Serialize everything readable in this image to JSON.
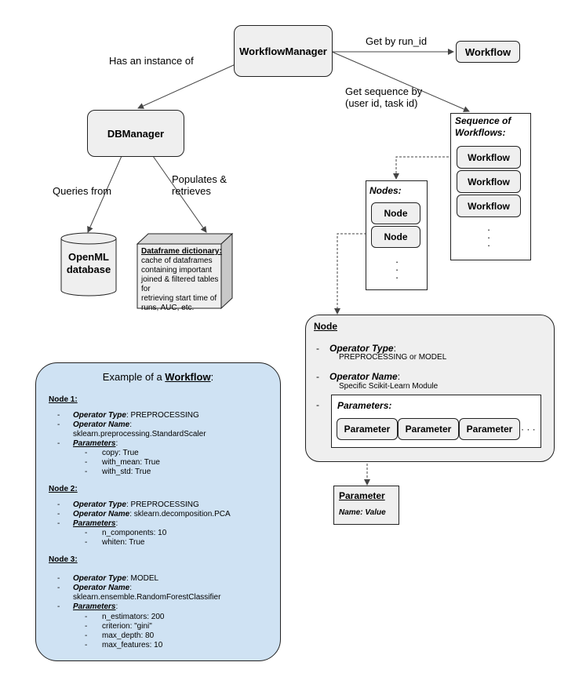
{
  "nodes": {
    "workflow_manager": "WorkflowManager",
    "workflow": "Workflow",
    "db_manager": "DBManager",
    "openml_db": [
      "OpenML",
      "database"
    ],
    "sequence_title": [
      "Sequence of",
      "Workflows:"
    ],
    "sequence_items": [
      "Workflow",
      "Workflow",
      "Workflow"
    ],
    "nodes_title": "Nodes:",
    "nodes_items": [
      "Node",
      "Node"
    ],
    "dataframe_title": "Dataframe dictionary:",
    "dataframe_desc": [
      "cache of dataframes",
      "containing important",
      "joined & filtered tables for",
      "retrieving start time of",
      "runs, AUC, etc."
    ],
    "parameter_title": "Parameter",
    "parameter_name": "Name",
    "parameter_value": ": Value"
  },
  "edges": {
    "has_instance": "Has an instance of",
    "get_by_run_id": "Get by run_id",
    "get_sequence": [
      "Get sequence by",
      "(user id, task id)"
    ],
    "queries_from": "Queries from",
    "populates": [
      "Populates &",
      "retrieves"
    ]
  },
  "node_detail": {
    "title": "Node",
    "operator_type_label": "Operator Type",
    "operator_type_value": "PREPROCESSING or MODEL",
    "operator_name_label": "Operator Name",
    "operator_name_value": "Specific Scikit-Learn Module",
    "parameters_label": "Parameters:",
    "parameters": [
      "Parameter",
      "Parameter",
      "Parameter"
    ],
    "ellipsis": "· · ·",
    "dash": "-"
  },
  "example": {
    "title_prefix": "Example of a ",
    "title_link": "Workflow",
    "title_suffix": ":",
    "node1": {
      "title": "Node 1:",
      "type_label": "Operator Type",
      "type_value": ": PREPROCESSING",
      "name_label": "Operator Name",
      "name_value_inline": ":",
      "name_value": "sklearn.preprocessing.StandardScaler",
      "params_label": "Parameters",
      "params": [
        "copy: True",
        "with_mean: True",
        "with_std: True"
      ]
    },
    "node2": {
      "title": "Node 2:",
      "type_label": "Operator Type",
      "type_value": ": PREPROCESSING",
      "name_label": "Operator Name",
      "name_value_inline": ": sklearn.decomposition.PCA",
      "params_label": "Parameters",
      "params": [
        "n_components: 10",
        "whiten: True"
      ]
    },
    "node3": {
      "title": "Node 3:",
      "type_label": "Operator Type",
      "type_value": ": MODEL",
      "name_label": "Operator Name",
      "name_value_inline": ":",
      "name_value": "sklearn.ensemble.RandomForestClassifier",
      "params_label": "Parameters",
      "params": [
        "n_estimators: 200",
        "criterion: \"gini\"",
        "max_depth: 80",
        "max_features: 10"
      ]
    }
  }
}
